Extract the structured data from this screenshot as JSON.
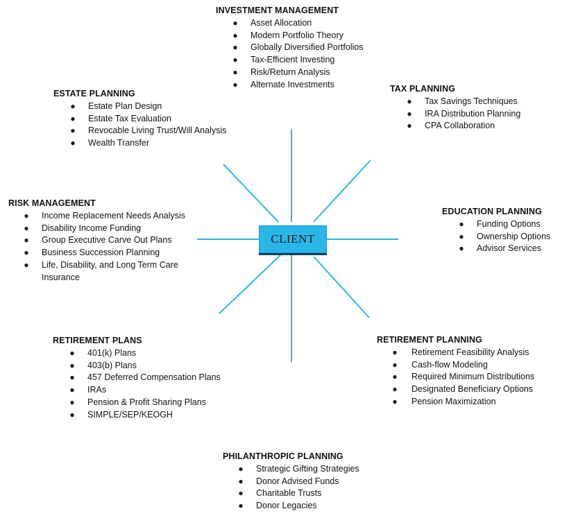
{
  "center_label": "CLIENT",
  "colors": {
    "spoke": "#2ab7e8",
    "center_fill": "#2ab7e8",
    "text": "#111111"
  },
  "groups": [
    {
      "title": "INVESTMENT MANAGEMENT",
      "items": [
        "Asset Allocation",
        "Modern Portfolio Theory",
        "Globally Diversified Portfolios",
        "Tax-Efficient Investing",
        "Risk/Return Analysis",
        "Alternate Investments"
      ]
    },
    {
      "title": "ESTATE PLANNING",
      "items": [
        "Estate Plan Design",
        "Estate Tax Evaluation",
        "Revocable Living Trust/Will Analysis",
        "Wealth Transfer"
      ]
    },
    {
      "title": "TAX PLANNING",
      "items": [
        "Tax Savings Techniques",
        "IRA Distribution Planning",
        "CPA Collaboration"
      ]
    },
    {
      "title": "RISK MANAGEMENT",
      "items": [
        "Income Replacement Needs Analysis",
        "Disability Income Funding",
        "Group Executive Carve Out Plans",
        "Business Succession Planning",
        "Life, Disability, and Long Term Care Insurance"
      ]
    },
    {
      "title": "EDUCATION PLANNING",
      "items": [
        "Funding Options",
        "Ownership Options",
        "Advisor Services"
      ]
    },
    {
      "title": "RETIREMENT PLANS",
      "items": [
        "401(k) Plans",
        "403(b) Plans",
        "457 Deferred Compensation Plans",
        "IRAs",
        "Pension & Profit Sharing Plans",
        "SIMPLE/SEP/KEOGH"
      ]
    },
    {
      "title": "RETIREMENT PLANNING",
      "items": [
        "Retirement Feasibility Analysis",
        "Cash-flow Modeling",
        "Required Minimum Distributions",
        "Designated Beneficiary Options",
        "Pension Maximization"
      ]
    },
    {
      "title": "PHILANTHROPIC PLANNING",
      "items": [
        "Strategic Gifting Strategies",
        "Donor Advised Funds",
        "Charitable Trusts",
        "Donor Legacies"
      ]
    }
  ]
}
